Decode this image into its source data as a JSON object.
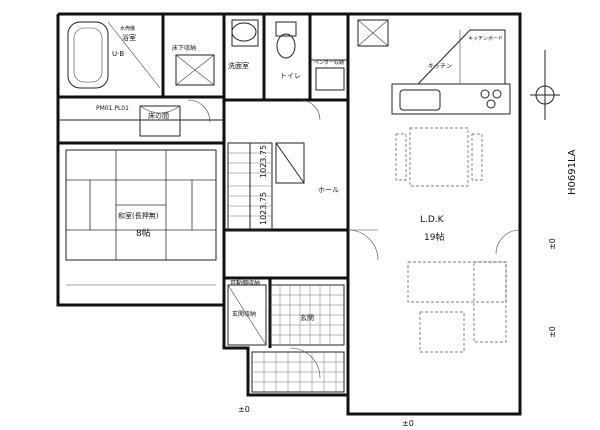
{
  "rooms": {
    "bath": "浴室",
    "bath_sub": "U·B",
    "water_dev": "水売機",
    "washroom": "洗面室",
    "storage_under_floor": "床下収納",
    "toilet": "トイレ",
    "shelf_storage": "ペンダー収納",
    "kitchen_shelf": "キッチンボード",
    "kitchen": "キッチン",
    "washitsu": "和室(長押無)",
    "washitsu_size": "8帖",
    "ldk": "L.D.K",
    "ldk_size": "19帖",
    "hall": "ホール",
    "genkan_storage": "玄関収納",
    "genkan": "玄関",
    "closet_top": "可動棚収納",
    "tokonoma": "床の間",
    "pm": "PM01.PL01"
  },
  "dimensions": {
    "stair_upper": "1023.75",
    "stair_lower": "1023.75",
    "level_right": "±0",
    "level_bottom": "±0",
    "level_mid": "±0",
    "level_far": "±0"
  },
  "drawing_code": "H0691LA"
}
